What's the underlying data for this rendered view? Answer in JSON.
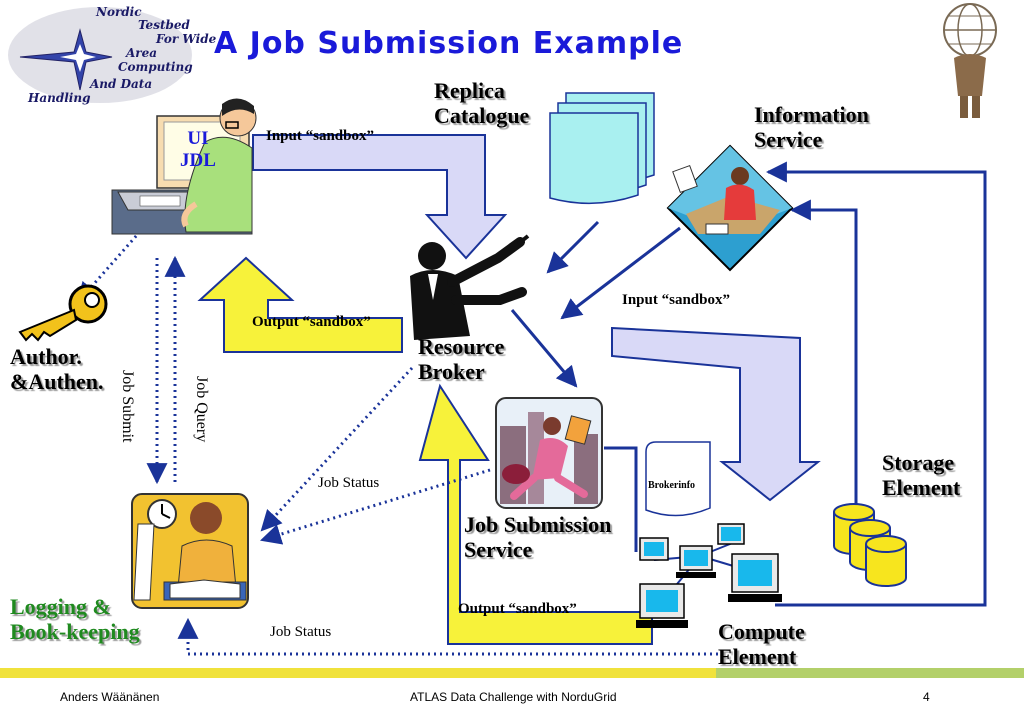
{
  "slide": {
    "title": "A Job Submission Example",
    "logo_lines": [
      "Nordic",
      "Testbed",
      "For Wide",
      "Area",
      "Computing",
      "And Data",
      "Handling"
    ],
    "ui_box": {
      "line1": "UI",
      "line2": "JDL"
    },
    "nodes": {
      "replica_catalogue": {
        "line1": "Replica",
        "line2": "Catalogue"
      },
      "information_service": {
        "line1": "Information",
        "line2": "Service"
      },
      "resource_broker": {
        "line1": "Resource",
        "line2": "Broker"
      },
      "author": {
        "line1": "Author.",
        "line2": "&Authen."
      },
      "job_submission_service": {
        "line1": "Job Submission",
        "line2": "Service"
      },
      "storage_element": {
        "line1": "Storage",
        "line2": "Element"
      },
      "compute_element": {
        "line1": "Compute",
        "line2": "Element"
      },
      "logging": {
        "line1": "Logging &",
        "line2": "Book-keeping"
      },
      "brokerinfo": "Brokerinfo"
    },
    "flows": {
      "input_sandbox_ui": "Input “sandbox”",
      "output_sandbox_ui": "Output “sandbox”",
      "input_sandbox_ce": "Input “sandbox”",
      "output_sandbox_ce": "Output “sandbox”",
      "job_submit": "Job Submit",
      "job_query": "Job Query",
      "job_status_1": "Job Status",
      "job_status_2": "Job Status"
    },
    "colors": {
      "title": "#1a1ad9",
      "connector": "#1a3399",
      "input_arrow_fill": "#d9d9f7",
      "output_arrow_fill": "#f7f23a",
      "logging_label": "#1f8a1f"
    },
    "footer": {
      "author": "Anders Wäänänen",
      "center": "ATLAS Data Challenge with NorduGrid",
      "page": "4"
    }
  }
}
